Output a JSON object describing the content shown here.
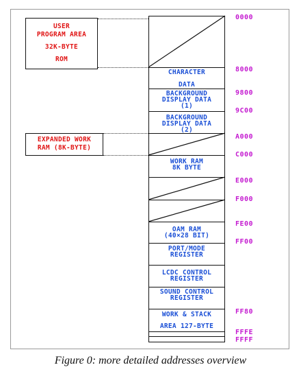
{
  "rom_box": {
    "line1": "USER",
    "line2": "PROGRAM AREA",
    "line3": "32K-BYTE",
    "line4": "ROM"
  },
  "ram_box": {
    "line1": "EXPANDED WORK",
    "line2": "RAM (8K-BYTE)"
  },
  "segments": {
    "character_data": [
      "CHARACTER",
      "DATA"
    ],
    "bg_display_1": [
      "BACKGROUND",
      "DISPLAY DATA",
      "(1)"
    ],
    "bg_display_2": [
      "BACKGROUND",
      "DISPLAY DATA",
      "(2)"
    ],
    "work_ram": [
      "WORK RAM",
      "8K BYTE"
    ],
    "oam_ram": [
      "OAM RAM",
      "(40×28 BIT)"
    ],
    "port_mode": [
      "PORT/MODE",
      "REGISTER"
    ],
    "lcdc_control": [
      "LCDC CONTROL",
      "REGISTER"
    ],
    "sound_control": [
      "SOUND CONTROL",
      "REGISTER"
    ],
    "work_stack": [
      "WORK & STACK",
      "AREA 127-BYTE"
    ]
  },
  "addresses": {
    "a0000": "0000",
    "a8000": "8000",
    "a9800": "9800",
    "a9c00": "9C00",
    "aA000": "A000",
    "aC000": "C000",
    "aE000": "E000",
    "aF000": "F000",
    "aFE00": "FE00",
    "aFF00": "FF00",
    "aFF80": "FF80",
    "aFFFE": "FFFE",
    "aFFFF": "FFFF"
  },
  "caption": "Figure 0: more detailed addresses overview",
  "colors": {
    "segment_text": "#1a4fd6",
    "address_text": "#c41ad0",
    "box_text": "#e01414",
    "lines": "#111111"
  }
}
